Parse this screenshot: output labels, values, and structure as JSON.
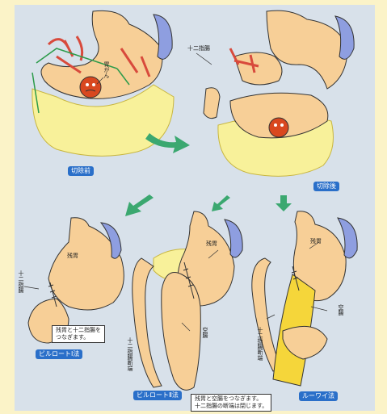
{
  "labels": {
    "before": "切除前",
    "after": "切除後",
    "billroth1": "ビルロートⅠ法",
    "billroth2": "ビルロートⅡ法",
    "rouxy": "ルーワイ法",
    "cancer": "胃がん",
    "duodenum": "十二指腸",
    "remnant_stomach": "残胃",
    "jejunum": "空腸",
    "duodenal_stump": "十二指腸断端"
  },
  "notes": {
    "b1_line1": "残胃と十二指腸を",
    "b1_line2": "つなぎます。",
    "b2_line1": "残胃と空腸をつなぎます。",
    "b2_line2": "十二指腸の断端は閉じます。"
  },
  "colors": {
    "background": "#fbf3c8",
    "panel": "#d8e1ea",
    "stomach": "#f7cf97",
    "omentum": "#f8f19a",
    "spleen": "#8e9ee0",
    "vessel": "#d84a3c",
    "tumor": "#d9481f",
    "arrow": "#3ba870",
    "label_pill": "#2a6fc9"
  }
}
